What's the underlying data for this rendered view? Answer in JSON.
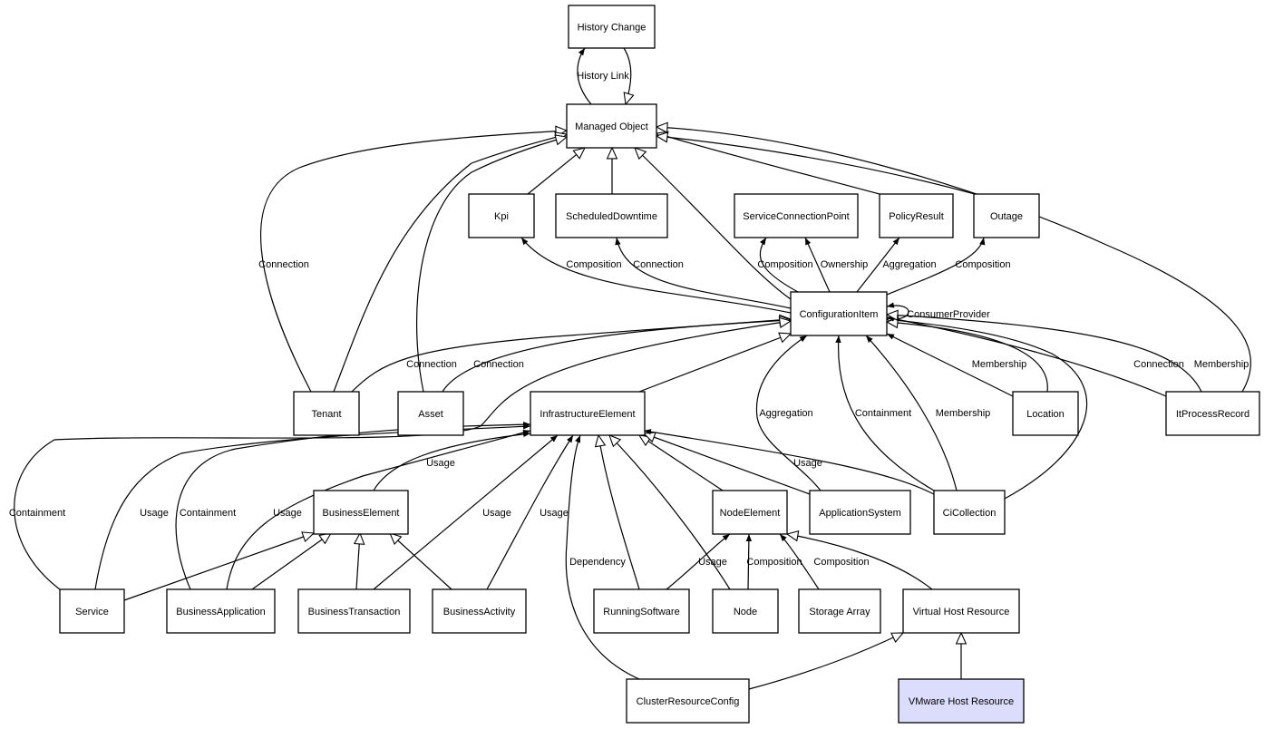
{
  "diagram": {
    "nodes": [
      {
        "id": "history_change",
        "label": "History Change"
      },
      {
        "id": "managed_object",
        "label": "Managed Object"
      },
      {
        "id": "kpi",
        "label": "Kpi"
      },
      {
        "id": "scheduled_downtime",
        "label": "ScheduledDowntime"
      },
      {
        "id": "service_connection_point",
        "label": "ServiceConnectionPoint"
      },
      {
        "id": "policy_result",
        "label": "PolicyResult"
      },
      {
        "id": "outage",
        "label": "Outage"
      },
      {
        "id": "configuration_item",
        "label": "ConfigurationItem"
      },
      {
        "id": "tenant",
        "label": "Tenant"
      },
      {
        "id": "asset",
        "label": "Asset"
      },
      {
        "id": "infrastructure_element",
        "label": "InfrastructureElement"
      },
      {
        "id": "location",
        "label": "Location"
      },
      {
        "id": "it_process_record",
        "label": "ItProcessRecord"
      },
      {
        "id": "business_element",
        "label": "BusinessElement"
      },
      {
        "id": "node_element",
        "label": "NodeElement"
      },
      {
        "id": "application_system",
        "label": "ApplicationSystem"
      },
      {
        "id": "ci_collection",
        "label": "CiCollection"
      },
      {
        "id": "service",
        "label": "Service"
      },
      {
        "id": "business_application",
        "label": "BusinessApplication"
      },
      {
        "id": "business_transaction",
        "label": "BusinessTransaction"
      },
      {
        "id": "business_activity",
        "label": "BusinessActivity"
      },
      {
        "id": "running_software",
        "label": "RunningSoftware"
      },
      {
        "id": "node",
        "label": "Node"
      },
      {
        "id": "storage_array",
        "label": "Storage Array"
      },
      {
        "id": "virtual_host_resource",
        "label": "Virtual Host Resource"
      },
      {
        "id": "cluster_resource_config",
        "label": "ClusterResourceConfig"
      },
      {
        "id": "vmware_host_resource",
        "label": "VMware Host Resource",
        "highlighted": true
      }
    ],
    "colors": {
      "node_fill": "#ffffff",
      "highlight_fill": "#dcdcfc",
      "stroke": "#000000"
    },
    "edges": [
      {
        "from": "managed_object",
        "to": "history_change",
        "label": "History Link",
        "kind": "association"
      },
      {
        "from": "history_change",
        "to": "managed_object",
        "label": "",
        "kind": "generalization"
      },
      {
        "from": "kpi",
        "to": "managed_object",
        "label": "",
        "kind": "generalization"
      },
      {
        "from": "scheduled_downtime",
        "to": "managed_object",
        "label": "",
        "kind": "generalization"
      },
      {
        "from": "configuration_item",
        "to": "managed_object",
        "label": "",
        "kind": "generalization"
      },
      {
        "from": "policy_result",
        "to": "managed_object",
        "label": "",
        "kind": "generalization"
      },
      {
        "from": "outage",
        "to": "managed_object",
        "label": "",
        "kind": "generalization"
      },
      {
        "from": "it_process_record",
        "to": "managed_object",
        "label": "",
        "kind": "generalization"
      },
      {
        "from": "tenant",
        "to": "managed_object",
        "label": "Connection",
        "kind": "generalization"
      },
      {
        "from": "tenant",
        "to": "managed_object",
        "label": "",
        "kind": "generalization"
      },
      {
        "from": "asset",
        "to": "managed_object",
        "label": "",
        "kind": "generalization"
      },
      {
        "from": "configuration_item",
        "to": "kpi",
        "label": "Composition",
        "kind": "association"
      },
      {
        "from": "configuration_item",
        "to": "scheduled_downtime",
        "label": "Connection",
        "kind": "association"
      },
      {
        "from": "configuration_item",
        "to": "service_connection_point",
        "label": "Composition",
        "kind": "association"
      },
      {
        "from": "configuration_item",
        "to": "service_connection_point",
        "label": "Ownership",
        "kind": "association"
      },
      {
        "from": "configuration_item",
        "to": "policy_result",
        "label": "Aggregation",
        "kind": "association"
      },
      {
        "from": "configuration_item",
        "to": "outage",
        "label": "Composition",
        "kind": "association"
      },
      {
        "from": "configuration_item",
        "to": "configuration_item",
        "label": "ConsumerProvider",
        "kind": "association"
      },
      {
        "from": "tenant",
        "to": "configuration_item",
        "label": "Connection",
        "kind": "generalization"
      },
      {
        "from": "asset",
        "to": "configuration_item",
        "label": "Connection",
        "kind": "generalization"
      },
      {
        "from": "infrastructure_element",
        "to": "configuration_item",
        "label": "",
        "kind": "generalization"
      },
      {
        "from": "service",
        "to": "configuration_item",
        "label": "Containment",
        "kind": "generalization"
      },
      {
        "from": "service",
        "to": "infrastructure_element",
        "label": "Usage",
        "kind": "association"
      },
      {
        "from": "business_application",
        "to": "infrastructure_element",
        "label": "Containment",
        "kind": "association"
      },
      {
        "from": "business_application",
        "to": "infrastructure_element",
        "label": "Usage",
        "kind": "association"
      },
      {
        "from": "business_element",
        "to": "infrastructure_element",
        "label": "Usage",
        "kind": "association"
      },
      {
        "from": "business_transaction",
        "to": "infrastructure_element",
        "label": "Usage",
        "kind": "association"
      },
      {
        "from": "business_activity",
        "to": "infrastructure_element",
        "label": "Usage",
        "kind": "association"
      },
      {
        "from": "cluster_resource_config",
        "to": "infrastructure_element",
        "label": "Dependency",
        "kind": "association"
      },
      {
        "from": "running_software",
        "to": "infrastructure_element",
        "label": "",
        "kind": "generalization"
      },
      {
        "from": "node",
        "to": "infrastructure_element",
        "label": "",
        "kind": "generalization"
      },
      {
        "from": "node_element",
        "to": "infrastructure_element",
        "label": "",
        "kind": "generalization"
      },
      {
        "from": "application_system",
        "to": "infrastructure_element",
        "label": "",
        "kind": "generalization"
      },
      {
        "from": "ci_collection",
        "to": "infrastructure_element",
        "label": "Usage",
        "kind": "association"
      },
      {
        "from": "application_system",
        "to": "configuration_item",
        "label": "Aggregation",
        "kind": "association"
      },
      {
        "from": "ci_collection",
        "to": "configuration_item",
        "label": "Containment",
        "kind": "association"
      },
      {
        "from": "ci_collection",
        "to": "configuration_item",
        "label": "Membership",
        "kind": "association"
      },
      {
        "from": "ci_collection",
        "to": "configuration_item",
        "label": "",
        "kind": "generalization"
      },
      {
        "from": "location",
        "to": "configuration_item",
        "label": "Membership",
        "kind": "association"
      },
      {
        "from": "location",
        "to": "configuration_item",
        "label": "",
        "kind": "generalization"
      },
      {
        "from": "it_process_record",
        "to": "configuration_item",
        "label": "Connection",
        "kind": "association"
      },
      {
        "from": "it_process_record",
        "to": "configuration_item",
        "label": "Membership",
        "kind": "generalization"
      },
      {
        "from": "service",
        "to": "business_element",
        "label": "",
        "kind": "generalization"
      },
      {
        "from": "business_application",
        "to": "business_element",
        "label": "",
        "kind": "generalization"
      },
      {
        "from": "business_transaction",
        "to": "business_element",
        "label": "",
        "kind": "generalization"
      },
      {
        "from": "business_activity",
        "to": "business_element",
        "label": "",
        "kind": "generalization"
      },
      {
        "from": "running_software",
        "to": "node_element",
        "label": "Usage",
        "kind": "association"
      },
      {
        "from": "node",
        "to": "node_element",
        "label": "Composition",
        "kind": "association"
      },
      {
        "from": "storage_array",
        "to": "node_element",
        "label": "Composition",
        "kind": "association"
      },
      {
        "from": "virtual_host_resource",
        "to": "node_element",
        "label": "",
        "kind": "generalization"
      },
      {
        "from": "cluster_resource_config",
        "to": "virtual_host_resource",
        "label": "",
        "kind": "generalization"
      },
      {
        "from": "vmware_host_resource",
        "to": "virtual_host_resource",
        "label": "",
        "kind": "generalization"
      }
    ]
  }
}
